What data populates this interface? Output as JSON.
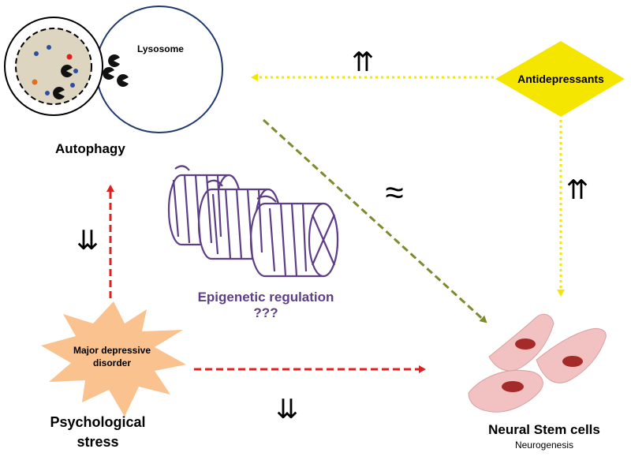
{
  "labels": {
    "lysosome": "Lysosome",
    "autophagy": "Autophagy",
    "antidepressants": "Antidepressants",
    "epigenetic": "Epigenetic regulation",
    "epigenetic_unknown": "???",
    "mdd_line1": "Major depressive",
    "mdd_line2": "disorder",
    "stress_line1": "Psychological",
    "stress_line2": "stress",
    "nsc": "Neural Stem cells",
    "neurogenesis": "Neurogenesis"
  },
  "symbols": {
    "up_antidep_autophagy": "⇈",
    "up_antidep_nsc": "⇈",
    "down_stress_autophagy": "⇊",
    "down_stress_nsc": "⇊",
    "approx_autophagy_nsc": "≈"
  },
  "colors": {
    "yellow": "#f5e600",
    "red_dashed": "#e02020",
    "olive_dashed": "#7a8c2e",
    "purple_text": "#5e3e86",
    "star_fill": "#f9c28f",
    "cell_fill": "#f2c1c1",
    "nucleus": "#a52a2a",
    "lysosome_stroke": "#1f3a6b",
    "cytoplasm_fill": "#ddd5c0"
  }
}
